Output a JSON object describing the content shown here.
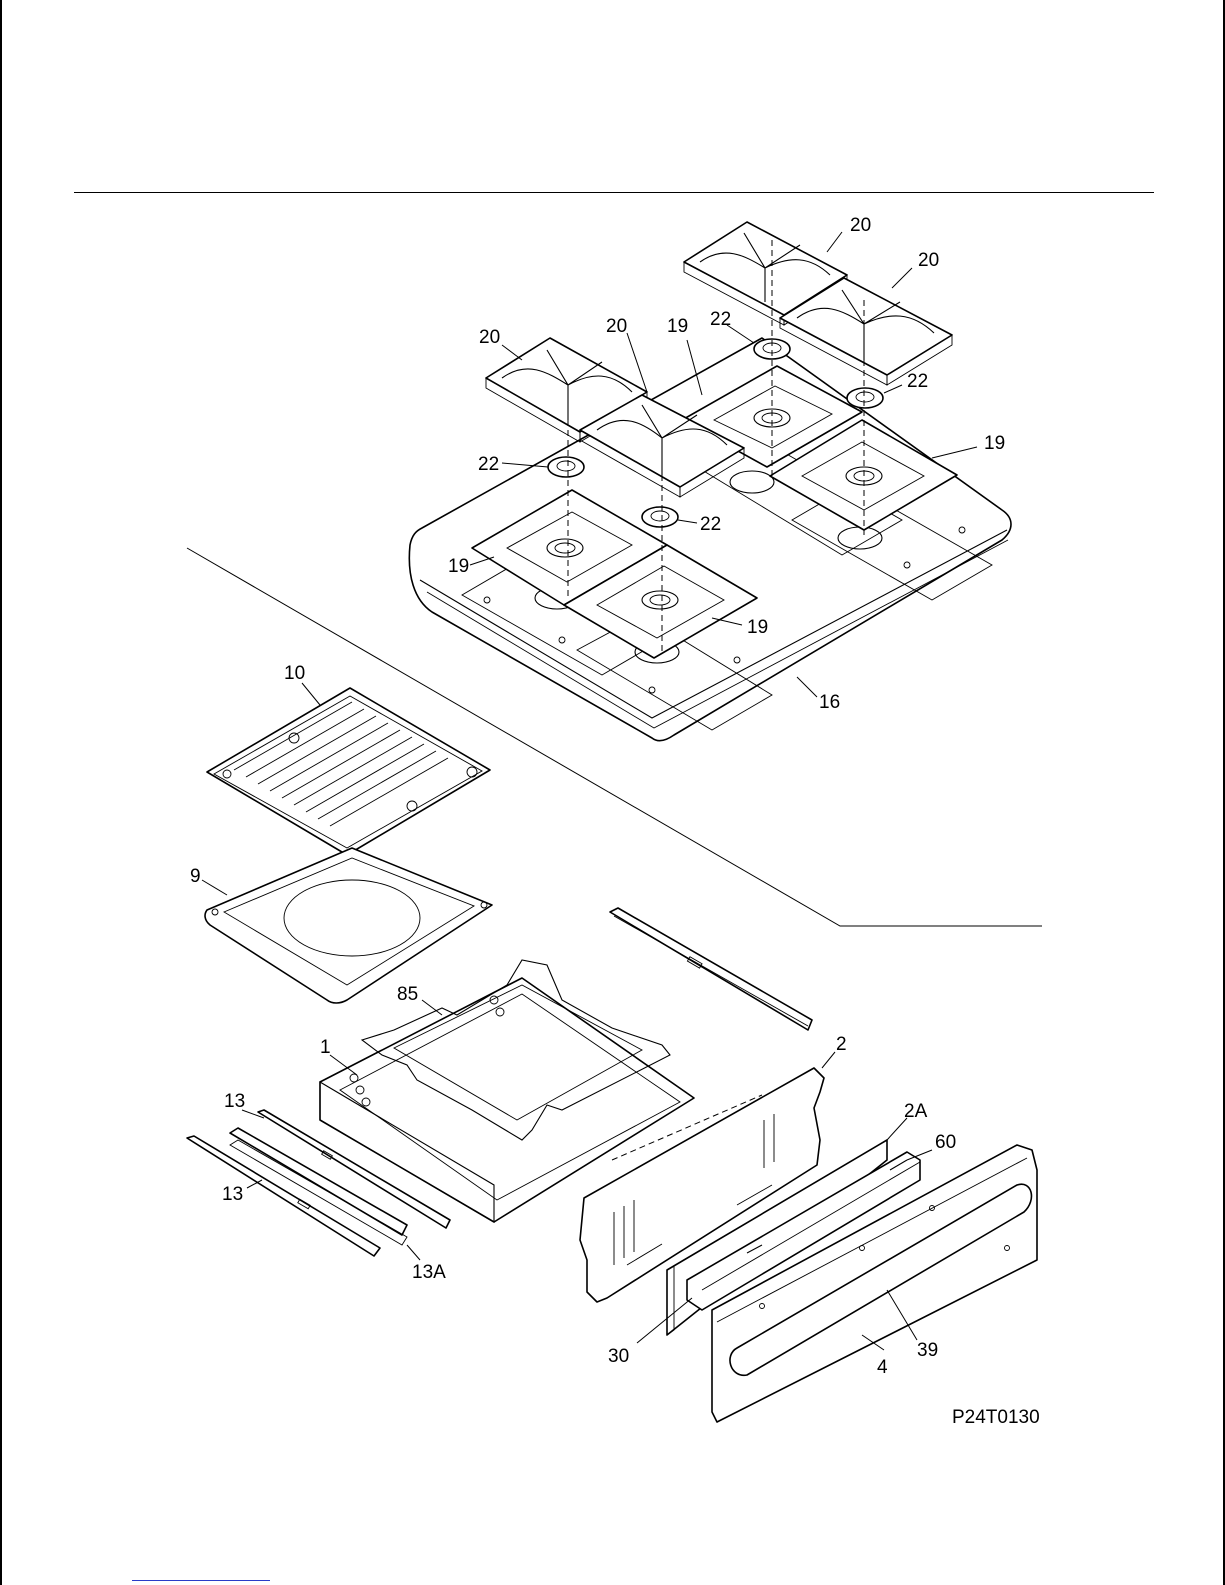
{
  "diagram": {
    "drawing_code": "P24T0130",
    "callouts": {
      "c20a": "20",
      "c20b": "20",
      "c20c": "20",
      "c20d": "20",
      "c19a": "19",
      "c19b": "19",
      "c19c": "19",
      "c19d": "19",
      "c22a": "22",
      "c22b": "22",
      "c22c": "22",
      "c22d": "22",
      "c16": "16",
      "c10": "10",
      "c9": "9",
      "c85": "85",
      "c1": "1",
      "c2": "2",
      "c2A": "2A",
      "c60": "60",
      "c13a": "13",
      "c13b": "13",
      "c13A": "13A",
      "c30": "30",
      "c39": "39",
      "c4": "4"
    }
  }
}
